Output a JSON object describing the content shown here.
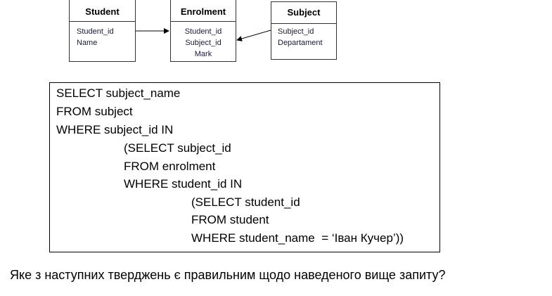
{
  "diagram": {
    "entities": [
      {
        "name": "Student",
        "fields": [
          "Student_id",
          "Name"
        ]
      },
      {
        "name": "Enrolment",
        "fields": [
          "Student_id",
          "Subject_id",
          "Mark"
        ]
      },
      {
        "name": "Subject",
        "fields": [
          "Subject_id",
          "Departament"
        ]
      }
    ]
  },
  "query": {
    "lines": [
      "SELECT subject_name",
      "FROM subject",
      "WHERE subject_id IN",
      "(SELECT subject_id",
      "FROM enrolment",
      "WHERE student_id IN",
      "(SELECT student_id",
      "FROM student",
      "WHERE student_name  = ‘Іван Кучер’))"
    ]
  },
  "question": "Яке з наступних тверджень є правильним щодо наведеного вище запиту?"
}
